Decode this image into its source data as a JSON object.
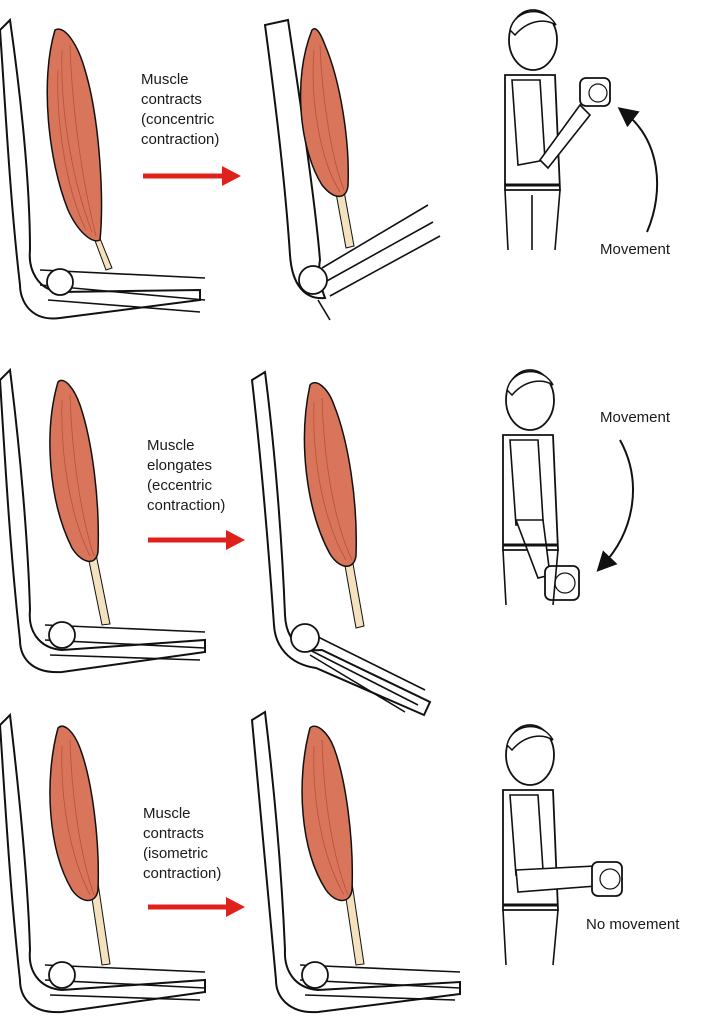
{
  "rows": [
    {
      "id": "concentric",
      "description_lines": [
        "Muscle",
        "contracts",
        "(concentric",
        "contraction)"
      ],
      "movement_label": "Movement"
    },
    {
      "id": "eccentric",
      "description_lines": [
        "Muscle",
        "elongates",
        "(eccentric",
        "contraction)"
      ],
      "movement_label": "Movement"
    },
    {
      "id": "isometric",
      "description_lines": [
        "Muscle",
        "contracts",
        "(isometric",
        "contraction)"
      ],
      "movement_label": "No movement"
    }
  ],
  "colors": {
    "muscle": "#d9755a",
    "muscle_dark": "#b8513a",
    "tendon": "#f4e2bf",
    "bone_outline": "#111111",
    "arrow": "#e0211b",
    "background": "#ffffff"
  }
}
